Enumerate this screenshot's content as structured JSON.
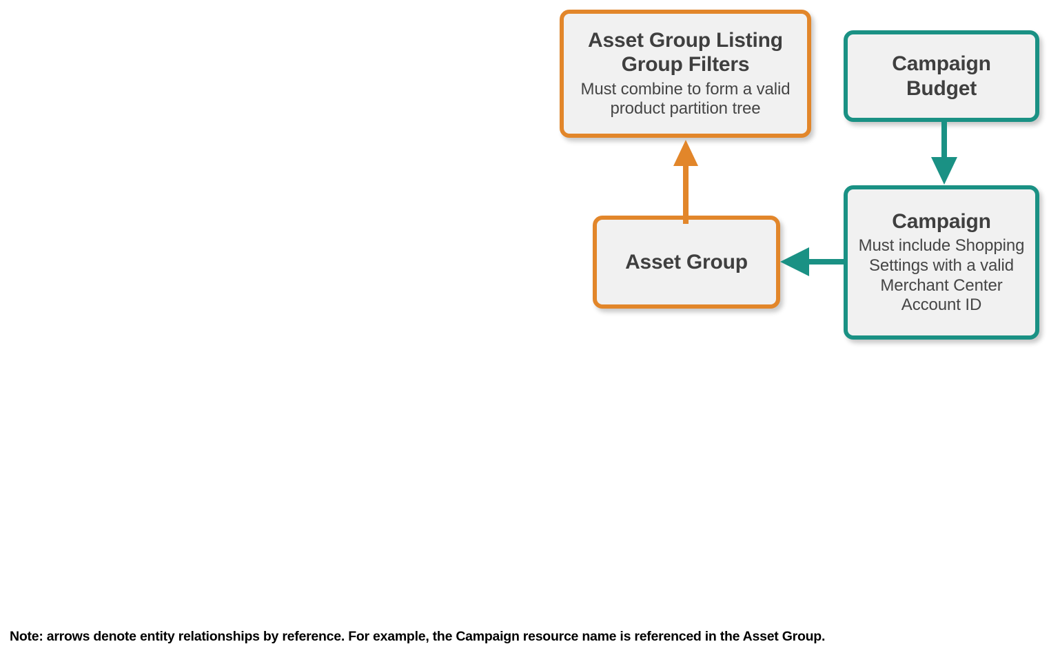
{
  "diagram": {
    "type": "entity-relationship",
    "colors": {
      "orange": "#e2862a",
      "teal": "#1a9184",
      "node_fill": "#f1f1f1",
      "title_text": "#3f3f3f",
      "note_text": "#000000"
    },
    "nodes": [
      {
        "id": "asset-group-listing-group-filters",
        "title": "Asset Group Listing Group Filters",
        "subtitle": "Must combine to form a valid product partition tree",
        "color": "orange"
      },
      {
        "id": "asset-group",
        "title": "Asset Group",
        "subtitle": "",
        "color": "orange"
      },
      {
        "id": "campaign-budget",
        "title": "Campaign Budget",
        "subtitle": "",
        "color": "teal"
      },
      {
        "id": "campaign",
        "title": "Campaign",
        "subtitle": "Must include Shopping Settings with a valid Merchant Center Account ID",
        "color": "teal"
      }
    ],
    "edges": [
      {
        "id": "asset-group-to-asset-group-listing-group-filters",
        "from": "asset-group",
        "to": "asset-group-listing-group-filters",
        "direction": "up",
        "color": "orange"
      },
      {
        "id": "campaign-budget-to-campaign",
        "from": "campaign-budget",
        "to": "campaign",
        "direction": "down",
        "color": "teal"
      },
      {
        "id": "campaign-to-asset-group",
        "from": "campaign",
        "to": "asset-group",
        "direction": "left",
        "color": "teal"
      }
    ],
    "note": "Note: arrows denote entity relationships by reference. For example, the Campaign resource name is referenced in the Asset Group."
  }
}
